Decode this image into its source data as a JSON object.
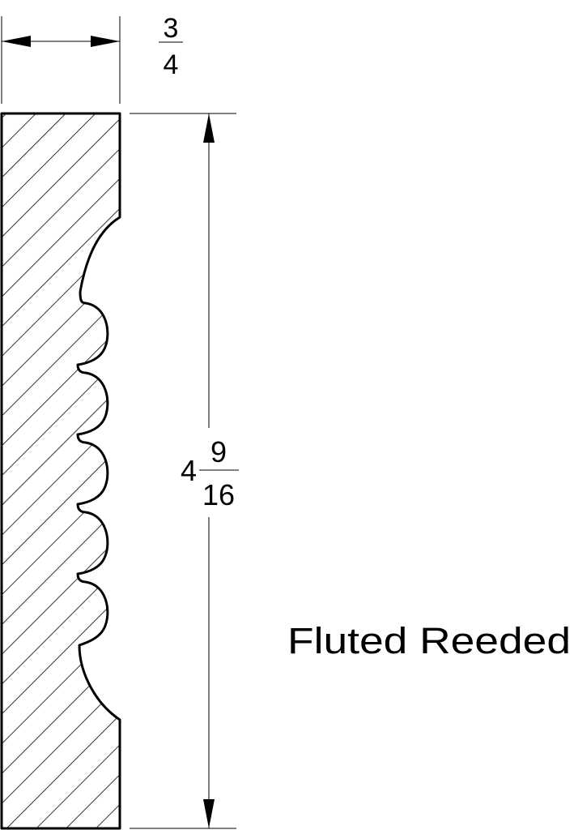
{
  "drawing": {
    "profile_name": "Fluted Reeded",
    "width_dimension": {
      "numerator": "3",
      "denominator": "4"
    },
    "height_dimension": {
      "whole": "4",
      "numerator": "9",
      "denominator": "16"
    }
  }
}
